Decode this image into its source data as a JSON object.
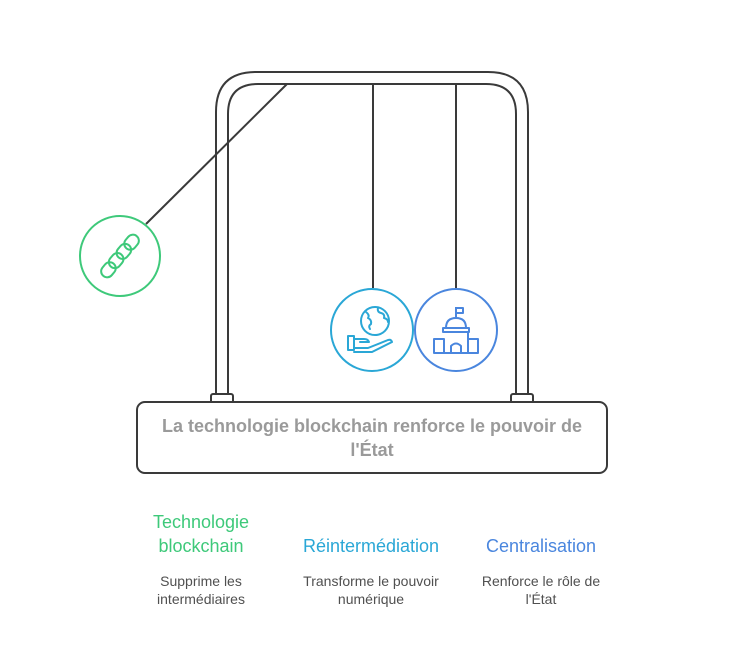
{
  "base": {
    "label": "La technologie blockchain renforce le pouvoir de l'État"
  },
  "colors": {
    "frame": "#3a3a3a",
    "green": "#3ec97a",
    "cyan": "#2aa7d6",
    "blue": "#4a86de"
  },
  "balls": [
    {
      "icon": "chain-links-icon"
    },
    {
      "icon": "globe-in-hand-icon"
    },
    {
      "icon": "government-building-icon"
    }
  ],
  "items": [
    {
      "title": "Technologie blockchain",
      "desc": "Supprime les intermédiaires"
    },
    {
      "title": "Réintermédiation",
      "desc": "Transforme le pouvoir numérique"
    },
    {
      "title": "Centralisation",
      "desc": "Renforce le rôle de l'État"
    }
  ]
}
